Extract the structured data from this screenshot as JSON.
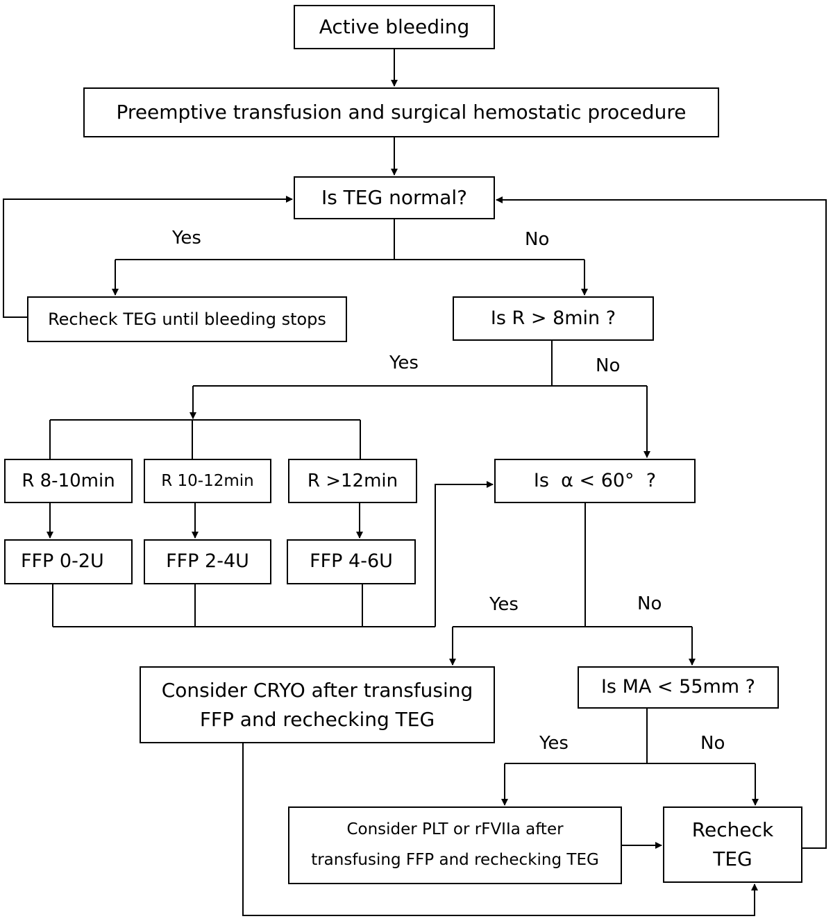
{
  "nodes": {
    "active_bleeding": "Active bleeding",
    "preemptive": "Preemptive transfusion and surgical hemostatic procedure",
    "teg_normal": "Is TEG normal?",
    "recheck_until": "Recheck TEG until bleeding stops",
    "r_gt_8": "Is R > 8min ?",
    "r_8_10": "R 8-10min",
    "r_10_12": "R 10-12min",
    "r_gt_12": "R >12min",
    "ffp_0_2": "FFP 0-2U",
    "ffp_2_4": "FFP 2-4U",
    "ffp_4_6": "FFP 4-6U",
    "alpha": "Is  α < 60°  ?",
    "cryo_1": "Consider CRYO after transfusing",
    "cryo_2": "FFP and rechecking TEG",
    "ma": "Is MA < 55mm ?",
    "plt_1": "Consider PLT or rFVIIa after",
    "plt_2": "transfusing FFP and rechecking TEG",
    "recheck_1": "Recheck",
    "recheck_2": "TEG"
  },
  "labels": {
    "yes": "Yes",
    "no": "No"
  }
}
